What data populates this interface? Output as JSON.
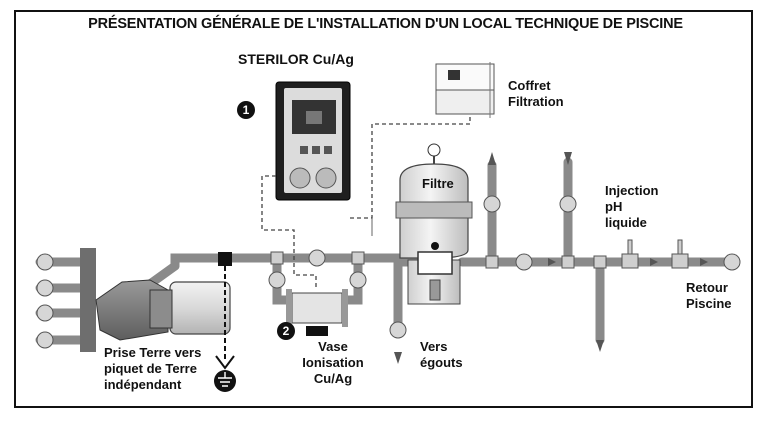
{
  "title": "PRÉSENTATION GÉNÉRALE DE L'INSTALLATION D'UN LOCAL TECHNIQUE DE PISCINE",
  "labels": {
    "sterilor": "STERILOR Cu/Ag",
    "coffret": "Coffret\nFiltration",
    "filtre": "Filtre",
    "injection": "Injection\npH\nliquide",
    "retour": "Retour\nPiscine",
    "vers_egouts": "Vers\négouts",
    "vase": "Vase\nIonisation\nCu/Ag",
    "prise_terre": "Prise Terre vers\npiquet de Terre\nindépendant"
  },
  "markers": {
    "one": "1",
    "two": "2"
  },
  "colors": {
    "pipe": "#8a8a8a",
    "pipe_dark": "#6e6e6e",
    "valve": "#d6d6d6",
    "ink": "#111111",
    "arrow": "#555555"
  }
}
